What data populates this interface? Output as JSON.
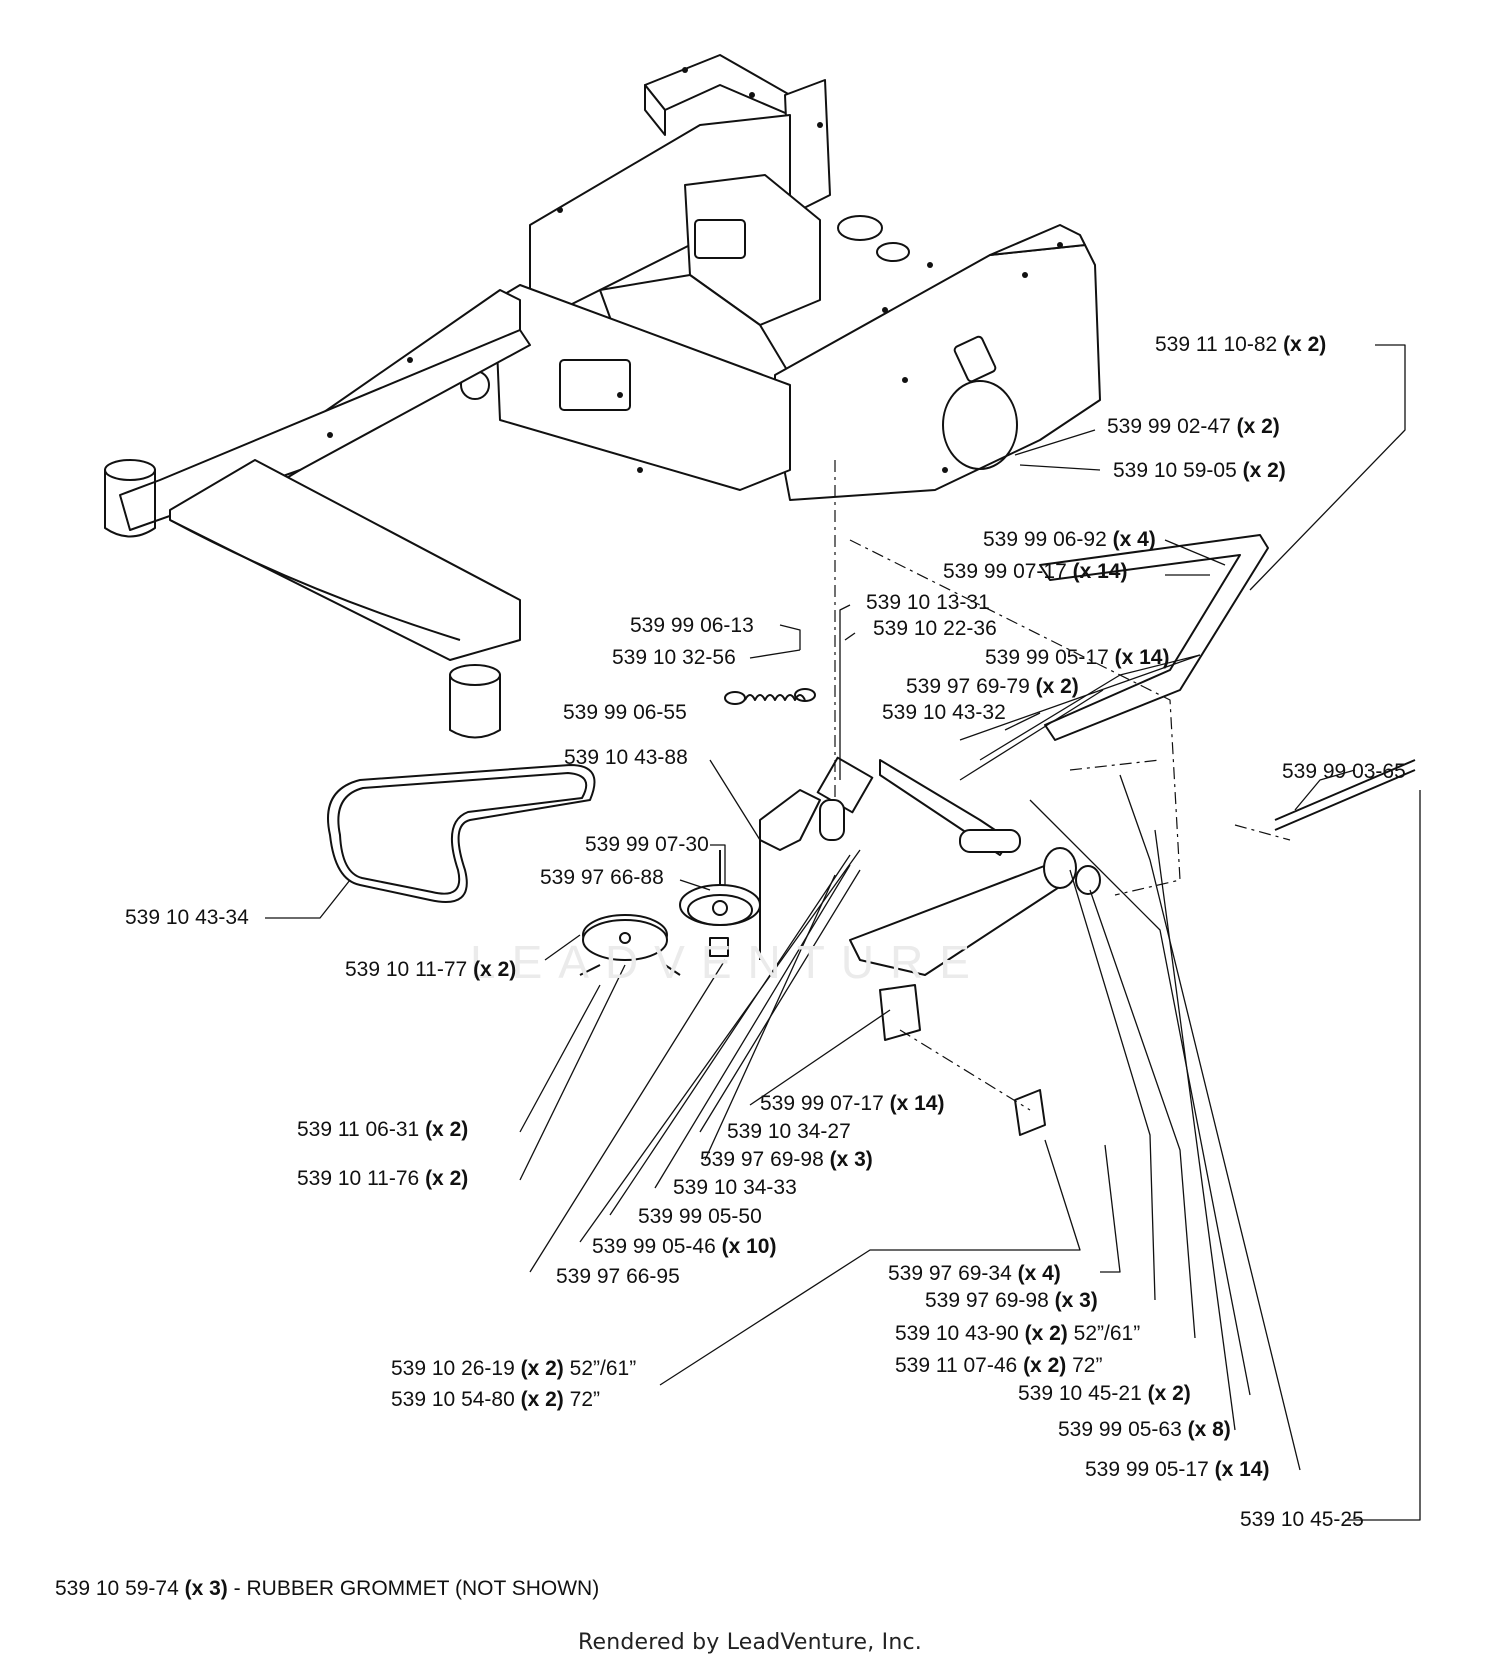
{
  "callouts": [
    {
      "id": "c1",
      "part": "539 11 10-82",
      "qty": "(x 2)",
      "extra": ""
    },
    {
      "id": "c2",
      "part": "539 99 02-47",
      "qty": "(x 2)",
      "extra": ""
    },
    {
      "id": "c3",
      "part": "539 10 59-05",
      "qty": "(x 2)",
      "extra": ""
    },
    {
      "id": "c4",
      "part": "539 99 06-92",
      "qty": "(x 4)",
      "extra": ""
    },
    {
      "id": "c5",
      "part": "539 99 07-17",
      "qty": "(x 14)",
      "extra": ""
    },
    {
      "id": "c6",
      "part": "539 10 13-31",
      "qty": "",
      "extra": ""
    },
    {
      "id": "c7",
      "part": "539 10 22-36",
      "qty": "",
      "extra": ""
    },
    {
      "id": "c8",
      "part": "539 99 06-13",
      "qty": "",
      "extra": ""
    },
    {
      "id": "c9",
      "part": "539 10 32-56",
      "qty": "",
      "extra": ""
    },
    {
      "id": "c10",
      "part": "539 99 05-17",
      "qty": "(x 14)",
      "extra": ""
    },
    {
      "id": "c11",
      "part": "539 97 69-79",
      "qty": "(x 2)",
      "extra": ""
    },
    {
      "id": "c12",
      "part": "539 99 06-55",
      "qty": "",
      "extra": ""
    },
    {
      "id": "c13",
      "part": "539 10 43-32",
      "qty": "",
      "extra": ""
    },
    {
      "id": "c14",
      "part": "539 10 43-88",
      "qty": "",
      "extra": ""
    },
    {
      "id": "c15",
      "part": "539 99 03-65",
      "qty": "",
      "extra": ""
    },
    {
      "id": "c16",
      "part": "539 99 07-30",
      "qty": "",
      "extra": ""
    },
    {
      "id": "c17",
      "part": "539 97 66-88",
      "qty": "",
      "extra": ""
    },
    {
      "id": "c18",
      "part": "539 10 43-34",
      "qty": "",
      "extra": ""
    },
    {
      "id": "c19",
      "part": "539 10 11-77",
      "qty": "(x 2)",
      "extra": ""
    },
    {
      "id": "c20",
      "part": "539 99 07-17",
      "qty": "(x 14)",
      "extra": ""
    },
    {
      "id": "c21",
      "part": "539 11 06-31",
      "qty": "(x 2)",
      "extra": ""
    },
    {
      "id": "c22",
      "part": "539 10 34-27",
      "qty": "",
      "extra": ""
    },
    {
      "id": "c23",
      "part": "539 97 69-98",
      "qty": "(x 3)",
      "extra": ""
    },
    {
      "id": "c24",
      "part": "539 10 11-76",
      "qty": "(x 2)",
      "extra": ""
    },
    {
      "id": "c25",
      "part": "539 10 34-33",
      "qty": "",
      "extra": ""
    },
    {
      "id": "c26",
      "part": "539 99 05-50",
      "qty": "",
      "extra": ""
    },
    {
      "id": "c27",
      "part": "539 99 05-46",
      "qty": "(x 10)",
      "extra": ""
    },
    {
      "id": "c28",
      "part": "539 97 66-95",
      "qty": "",
      "extra": ""
    },
    {
      "id": "c29",
      "part": "539 97 69-34",
      "qty": "(x 4)",
      "extra": ""
    },
    {
      "id": "c30",
      "part": "539 97 69-98",
      "qty": "(x 3)",
      "extra": ""
    },
    {
      "id": "c31",
      "part": "539 10 43-90",
      "qty": "(x 2)",
      "extra": "52”/61”"
    },
    {
      "id": "c32",
      "part": "539 11 07-46",
      "qty": "(x 2)",
      "extra": "72”"
    },
    {
      "id": "c33",
      "part": "539 10 26-19",
      "qty": "(x 2)",
      "extra": "52”/61”"
    },
    {
      "id": "c34",
      "part": "539 10 54-80",
      "qty": "(x 2)",
      "extra": "72”"
    },
    {
      "id": "c35",
      "part": "539 10 45-21",
      "qty": "(x 2)",
      "extra": ""
    },
    {
      "id": "c36",
      "part": "539 99 05-63",
      "qty": "(x 8)",
      "extra": ""
    },
    {
      "id": "c37",
      "part": "539 99 05-17",
      "qty": "(x 14)",
      "extra": ""
    },
    {
      "id": "c38",
      "part": "539 10 45-25",
      "qty": "",
      "extra": ""
    }
  ],
  "footnote": {
    "part": "539 10 59-74",
    "qty": "(x 3)",
    "text": "- RUBBER GROMMET (NOT SHOWN)"
  },
  "rendered_by": "Rendered by LeadVenture, Inc.",
  "watermark": "LEADVENTURE"
}
